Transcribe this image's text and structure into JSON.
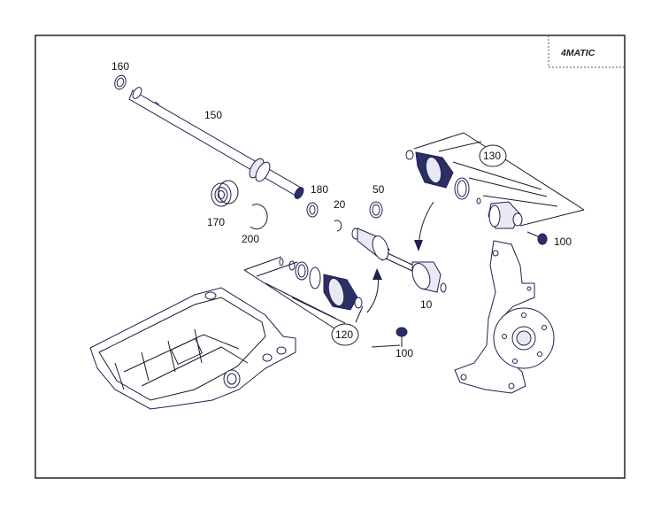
{
  "badge": {
    "text": "4MATIC"
  },
  "callouts": [
    {
      "id": "c160",
      "text": "160"
    },
    {
      "id": "c150",
      "text": "150"
    },
    {
      "id": "c180",
      "text": "180"
    },
    {
      "id": "c50",
      "text": "50"
    },
    {
      "id": "c20",
      "text": "20"
    },
    {
      "id": "c170",
      "text": "170"
    },
    {
      "id": "c200",
      "text": "200"
    },
    {
      "id": "c130",
      "text": "130"
    },
    {
      "id": "c100a",
      "text": "100"
    },
    {
      "id": "c10",
      "text": "10"
    },
    {
      "id": "c120",
      "text": "120"
    },
    {
      "id": "c100b",
      "text": "100"
    }
  ],
  "colors": {
    "line": "#1e2250",
    "frame": "#222222",
    "background": "#ffffff"
  }
}
